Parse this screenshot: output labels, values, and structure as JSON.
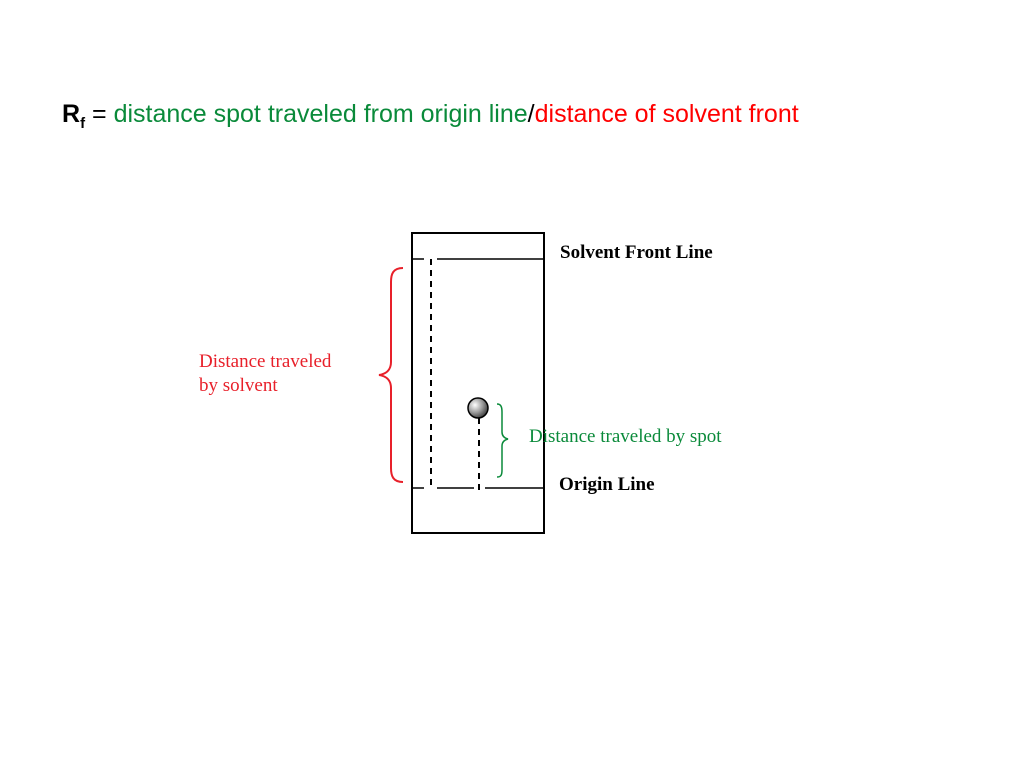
{
  "formula": {
    "symbol": "R",
    "subscript": "f",
    "equals": " = ",
    "numerator": "distance spot traveled from origin line",
    "slash": "/",
    "denominator": "distance of solvent front"
  },
  "labels": {
    "solvent_front_line": "Solvent Front Line",
    "origin_line": "Origin Line",
    "distance_solvent_line1": "Distance traveled",
    "distance_solvent_line2": "by solvent",
    "distance_spot": "Distance traveled by spot"
  },
  "colors": {
    "numerator": "#0a8a3a",
    "denominator": "#ff0000",
    "solvent_brace": "#e8202a",
    "spot_brace": "#0a8a3a"
  }
}
